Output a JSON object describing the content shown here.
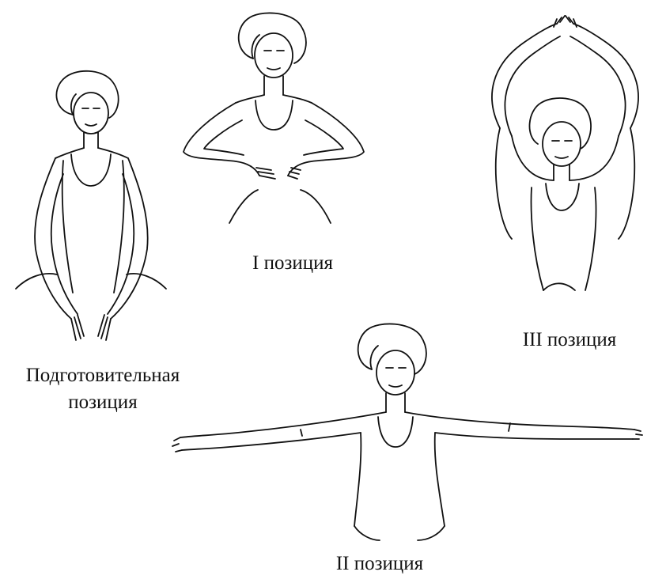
{
  "captions": {
    "preparatory_line1": "Подготовительная",
    "preparatory_line2": "позиция",
    "first": "I позиция",
    "second": "II позиция",
    "third": "III позиция"
  }
}
